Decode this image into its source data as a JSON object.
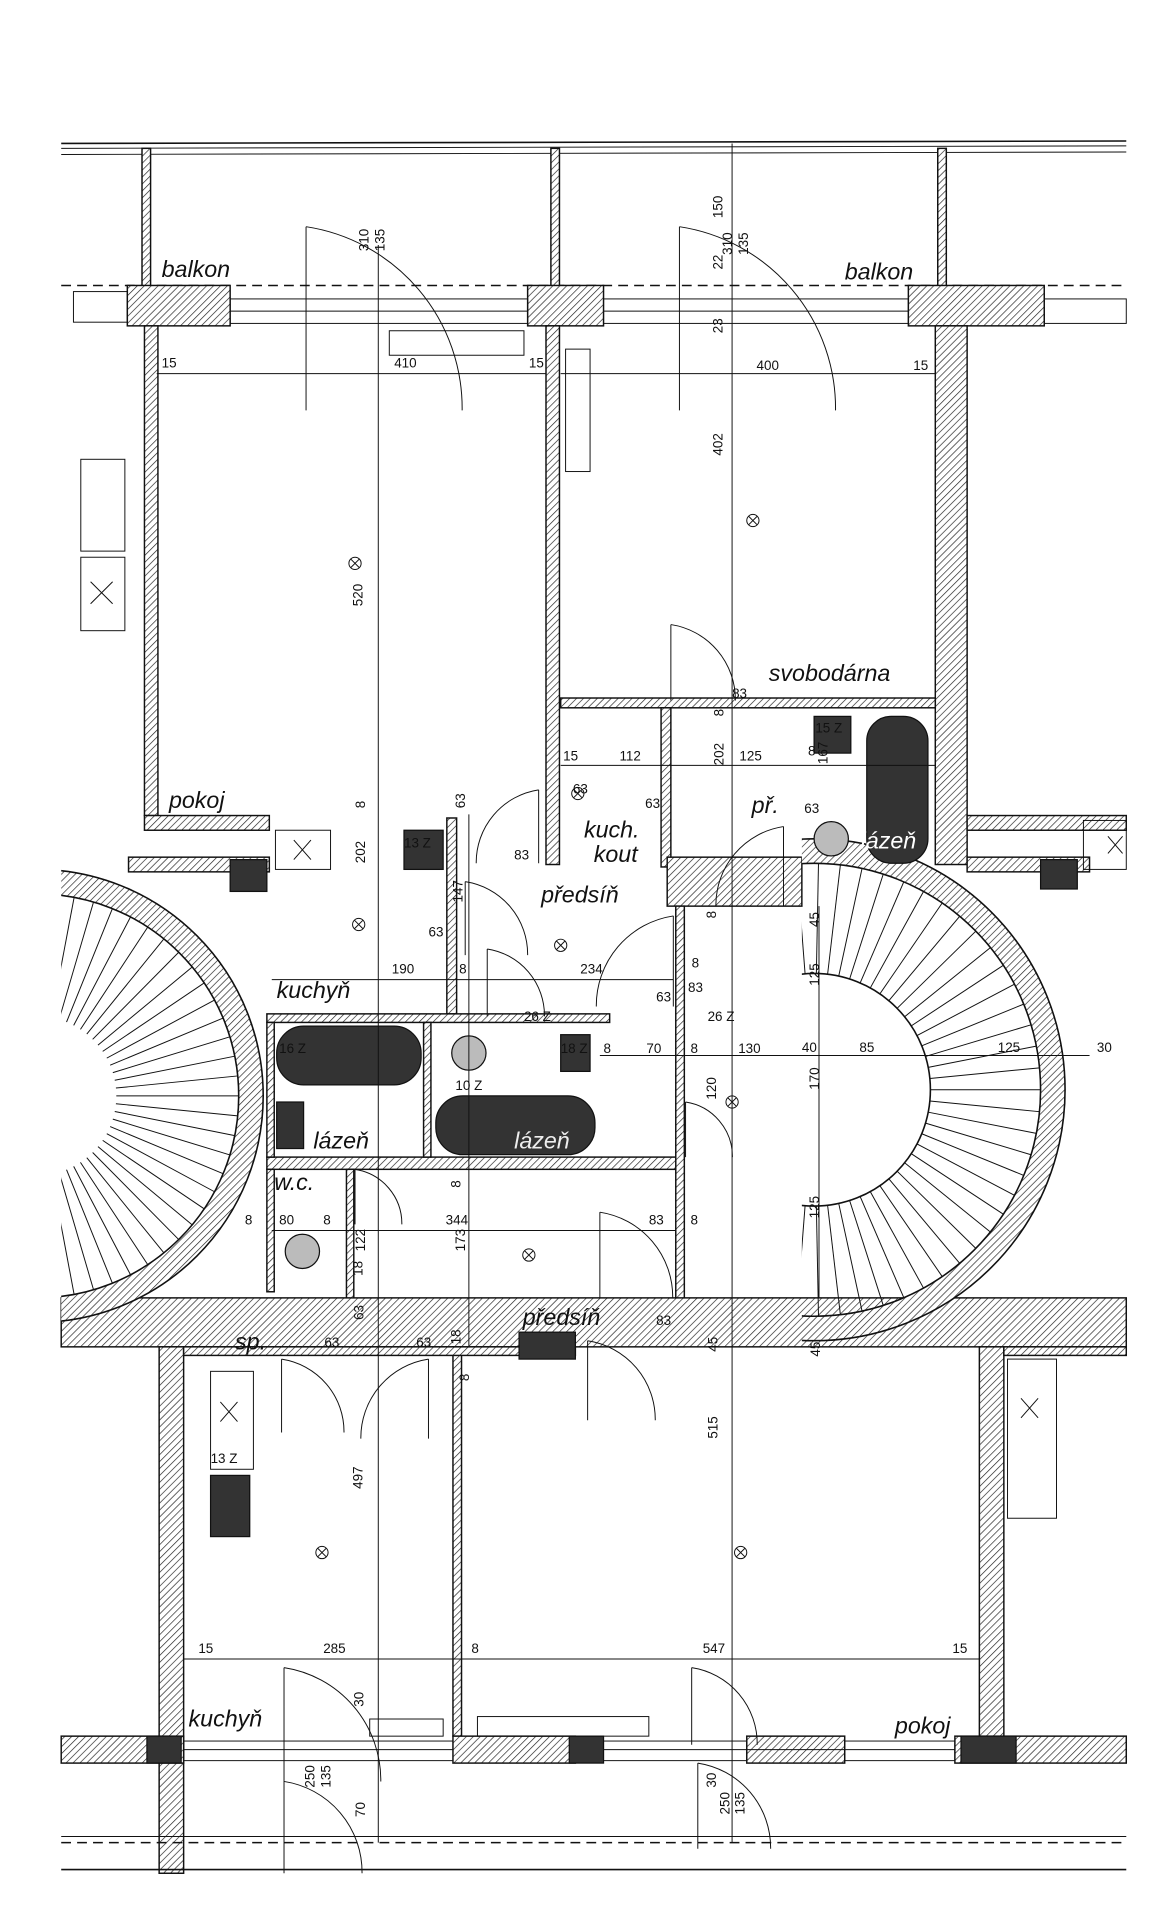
{
  "rooms": {
    "balkon_left": "balkon",
    "balkon_right": "balkon",
    "pokoj_top": "pokoj",
    "svobodarna": "svobodárna",
    "kuch": "kuch.",
    "kout": "kout",
    "pr": "př.",
    "lazen_top": "lázeň",
    "predsin_top": "předsíň",
    "kuchyn_mid": "kuchyň",
    "lazen_left": "lázeň",
    "lazen_mid": "lázeň",
    "wc": "w.c.",
    "predsin_bottom": "předsíň",
    "sp": "sp.",
    "kuchyn_bottom": "kuchyň",
    "pokoj_bottom": "pokoj"
  },
  "dims": [
    "310",
    "135",
    "150",
    "310",
    "135",
    "22",
    "23",
    "15",
    "410",
    "15",
    "400",
    "15",
    "402",
    "520",
    "83",
    "8",
    "202",
    "15",
    "112",
    "125",
    "8",
    "167",
    "63",
    "63",
    "63",
    "63",
    "83",
    "202",
    "8",
    "147",
    "63",
    "190",
    "8",
    "234",
    "63",
    "83",
    "8",
    "8",
    "45",
    "125",
    "26 Z",
    "26 Z",
    "8",
    "70",
    "8",
    "130",
    "40",
    "85",
    "125",
    "30",
    "10 Z",
    "170",
    "120",
    "8",
    "8",
    "80",
    "8",
    "344",
    "83",
    "8",
    "125",
    "173",
    "122",
    "18",
    "63",
    "63",
    "63",
    "18",
    "83",
    "45",
    "45",
    "8",
    "497",
    "515",
    "15",
    "285",
    "8",
    "547",
    "15",
    "30",
    "250",
    "135",
    "70",
    "30",
    "250",
    "135",
    "13 Z",
    "13 Z",
    "16 Z",
    "18 Z",
    "15 Z"
  ]
}
